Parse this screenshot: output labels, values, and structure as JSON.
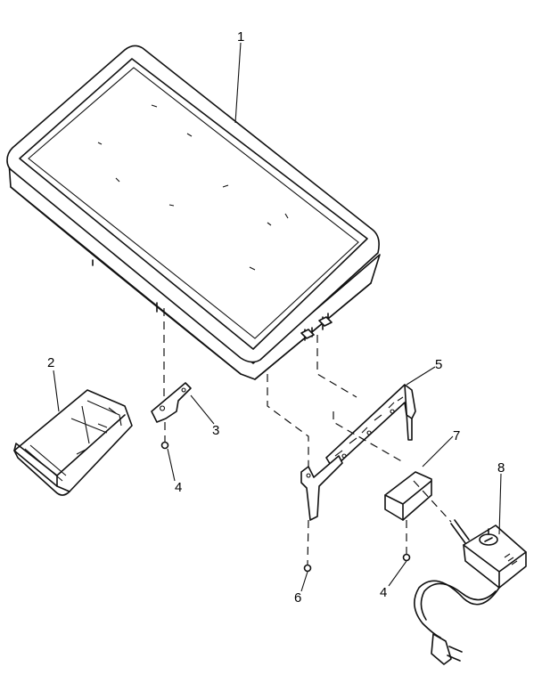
{
  "parts": [
    {
      "id": "griddle",
      "label": "1"
    },
    {
      "id": "drip-tray",
      "label": "2"
    },
    {
      "id": "bracket",
      "label": "3"
    },
    {
      "id": "screw-left",
      "label": "4"
    },
    {
      "id": "leg",
      "label": "5"
    },
    {
      "id": "screw-bottom",
      "label": "6"
    },
    {
      "id": "control-bracket",
      "label": "7"
    },
    {
      "id": "temperature-control",
      "label": "8"
    },
    {
      "id": "screw-right",
      "label": "4"
    }
  ]
}
